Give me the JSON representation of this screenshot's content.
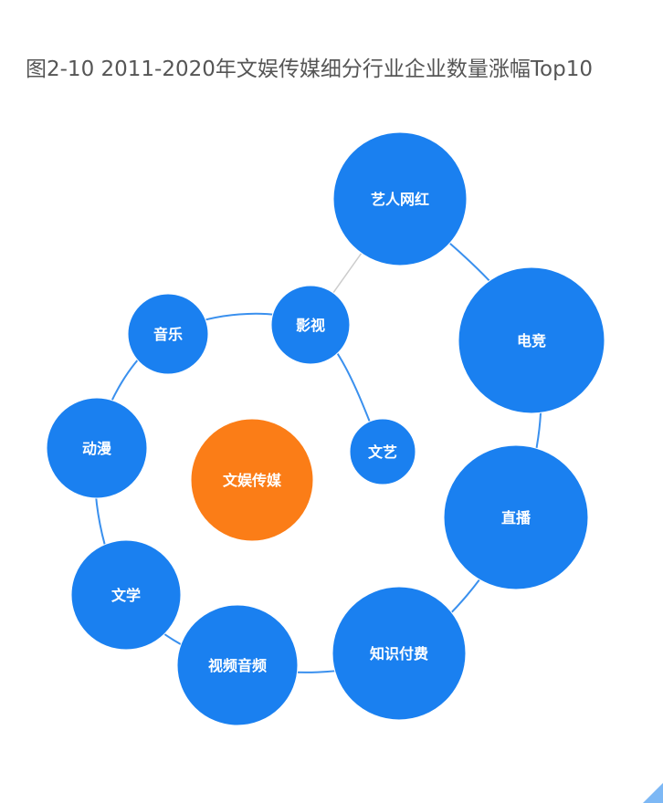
{
  "title": "图2-10 2011-2020年文娱传媒细分行业企业数量涨幅Top10",
  "colors": {
    "node": "#1a80f0",
    "center": "#fb7d17",
    "link": "#3a90ee",
    "grey_link": "#cccccc",
    "corner": "#7db8f5"
  },
  "center": {
    "label": "文娱传媒"
  },
  "nodes": [
    {
      "label": "艺人网红"
    },
    {
      "label": "电竞"
    },
    {
      "label": "直播"
    },
    {
      "label": "知识付费"
    },
    {
      "label": "视频音频"
    },
    {
      "label": "文学"
    },
    {
      "label": "动漫"
    },
    {
      "label": "音乐"
    },
    {
      "label": "影视"
    },
    {
      "label": "文艺"
    }
  ]
}
